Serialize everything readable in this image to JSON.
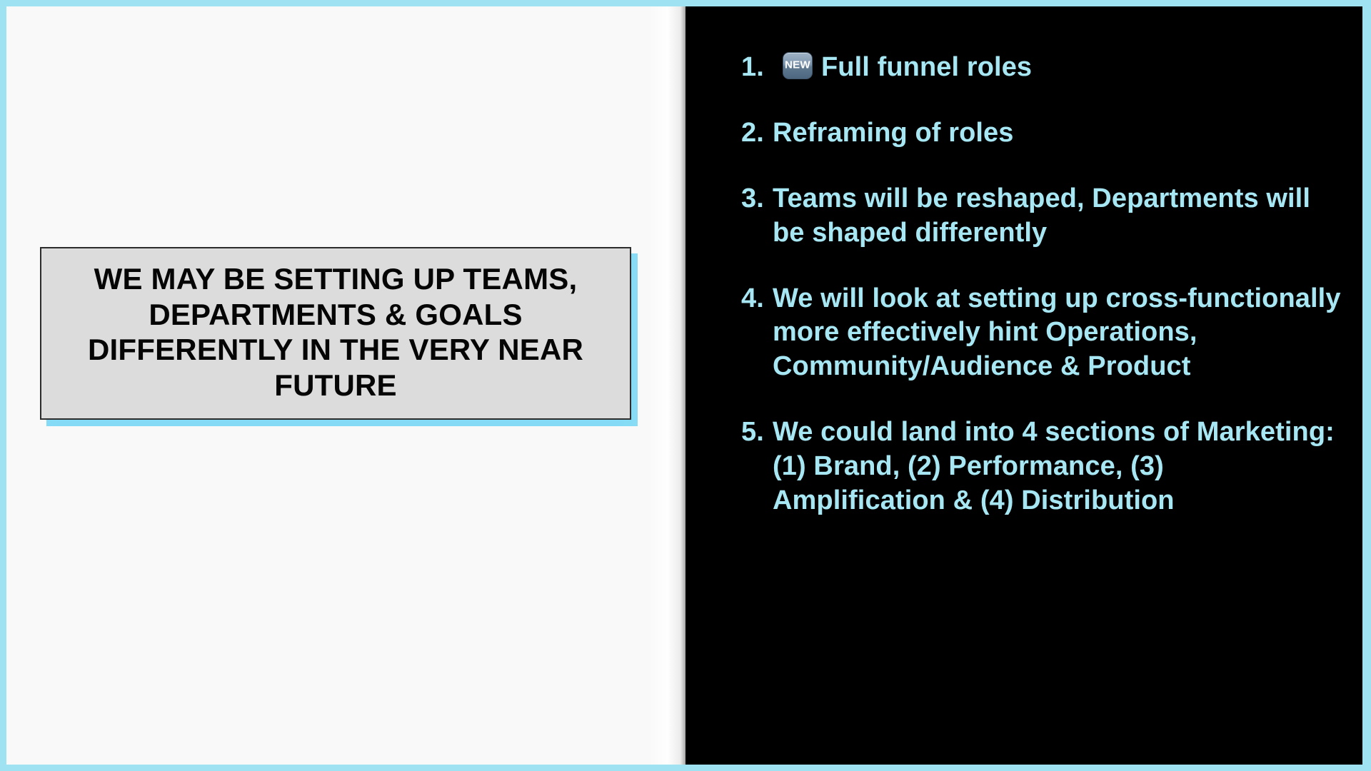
{
  "slide": {
    "frame_color": "#9fe3f2",
    "left_page_bg": "#f9f9f9",
    "right_panel_bg": "#000000",
    "accent_text_color": "#a7e7f4"
  },
  "callout": {
    "text": "WE MAY BE SETTING UP TEAMS, DEPARTMENTS & GOALS DIFFERENTLY IN THE VERY NEAR FUTURE",
    "background": "#dcdcdc",
    "border_color": "#2b2b2b",
    "shadow_color": "#85dbf5"
  },
  "list": {
    "items": [
      {
        "number": "1.",
        "badge": "NEW",
        "badge_icon": "new-badge-emoji",
        "text": "Full funnel roles"
      },
      {
        "number": "2.",
        "text": "Reframing of roles"
      },
      {
        "number": "3.",
        "text": "Teams will be reshaped, Departments will be shaped differently"
      },
      {
        "number": "4.",
        "text": "We will look at setting up cross-functionally more effectively hint Operations, Community/Audience & Product"
      },
      {
        "number": "5.",
        "text": "We could land into 4 sections of Marketing: (1) Brand, (2) Performance, (3) Amplification & (4) Distribution"
      }
    ]
  }
}
